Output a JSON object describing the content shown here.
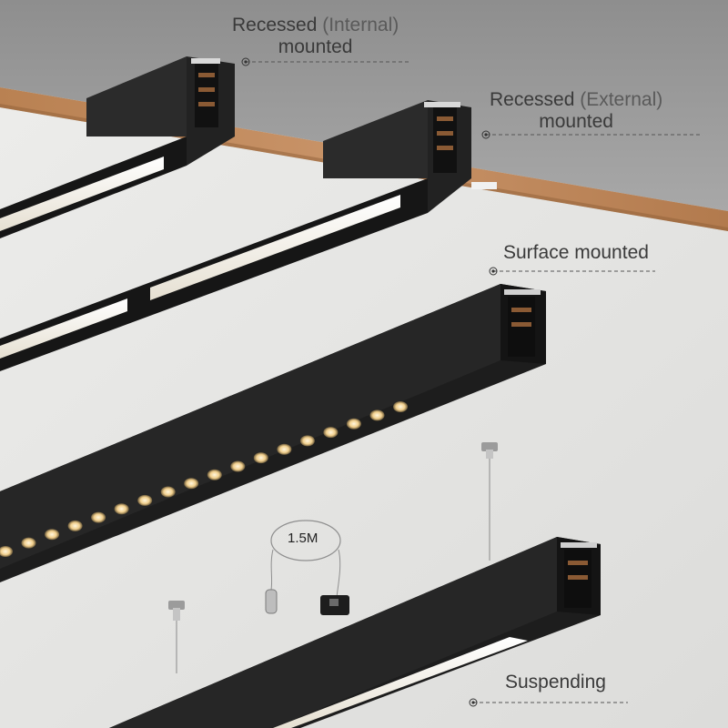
{
  "labels": {
    "recessed_internal": {
      "line1_a": "Recessed ",
      "line1_b": "(Internal)",
      "line2": "mounted"
    },
    "recessed_external": {
      "line1_a": "Recessed ",
      "line1_b": "(External)",
      "line2": "mounted"
    },
    "surface": "Surface mounted",
    "suspending": "Suspending"
  },
  "cable": {
    "length_label": "1.5M"
  },
  "colors": {
    "ceiling_dark": "#9a9a9a",
    "wood": "#c08a5c",
    "wall": "#e6e6e4",
    "profile_black": "#1b1b1b",
    "diffuser": "#f4f1ea",
    "led_warm": "#f5d9a0"
  }
}
